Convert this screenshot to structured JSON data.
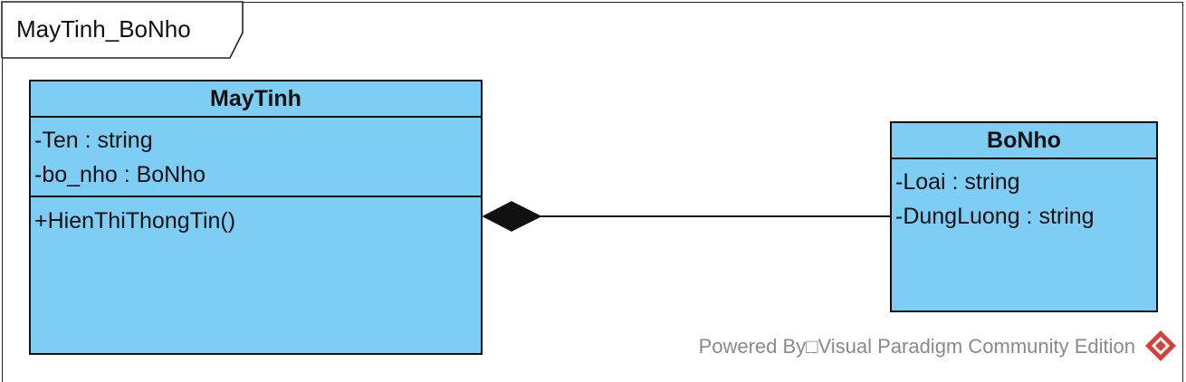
{
  "frame": {
    "title": "MayTinh_BoNho"
  },
  "classes": {
    "maytinh": {
      "name": "MayTinh",
      "attributes": [
        "-Ten : string",
        "-bo_nho : BoNho"
      ],
      "operations": [
        "+HienThiThongTin()"
      ]
    },
    "bonho": {
      "name": "BoNho",
      "attributes": [
        "-Loai : string",
        "-DungLuong : string"
      ],
      "operations": []
    }
  },
  "relationship": {
    "type": "composition",
    "whole": "MayTinh",
    "part": "BoNho"
  },
  "watermark": {
    "text": "Powered By□Visual Paradigm Community Edition",
    "logo_icon": "visual-paradigm-logo-icon"
  },
  "colors": {
    "class_fill": "#7ecdf4",
    "border": "#111111",
    "watermark_text": "#8a8a8a",
    "logo_red": "#d4413a"
  }
}
